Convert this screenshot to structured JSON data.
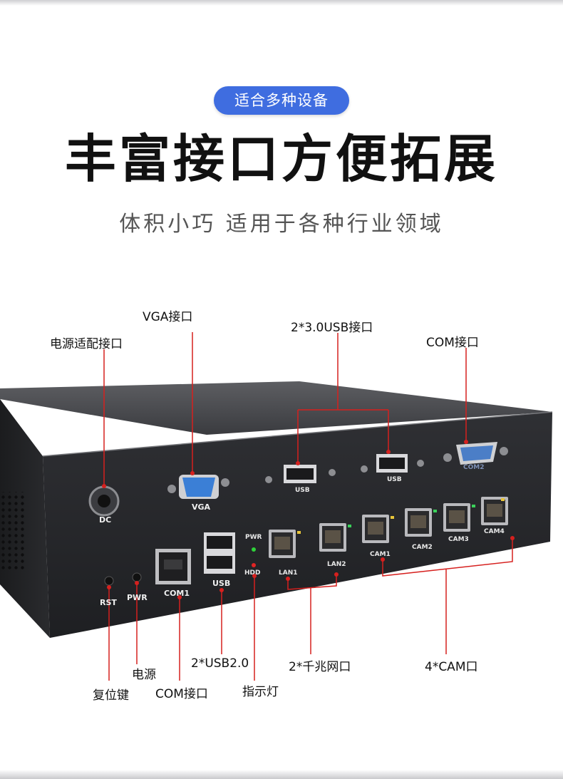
{
  "badge": "适合多种设备",
  "title": "丰富接口方便拓展",
  "subtitle": "体积小巧 适用于各种行业领域",
  "callouts": {
    "vga": "VGA接口",
    "usb3": "2*3.0USB接口",
    "power_adapter": "电源适配接口",
    "com_top": "COM接口",
    "power": "电源",
    "reset": "复位键",
    "com_bottom": "COM接口",
    "usb2": "2*USB2.0",
    "indicator": "指示灯",
    "lan": "2*千兆网口",
    "cam": "4*CAM口"
  },
  "panel_labels": {
    "dc": "DC",
    "vga": "VGA",
    "usb_top_1": "USB",
    "usb_top_2": "USB",
    "com2": "COM2",
    "rst": "RST",
    "pwr_button": "PWR",
    "com1": "COM1",
    "usb_bottom": "USB",
    "pwr_led": "PWR",
    "hdd_led": "HDD",
    "lan1": "LAN1",
    "lan2": "LAN2",
    "cam1": "CAM1",
    "cam2": "CAM2",
    "cam3": "CAM3",
    "cam4": "CAM4"
  },
  "colors": {
    "badge": "#3f6de0",
    "callout_line": "#d6201e",
    "chassis": "#2a2b2e",
    "vga_port": "#3b7fd6"
  }
}
